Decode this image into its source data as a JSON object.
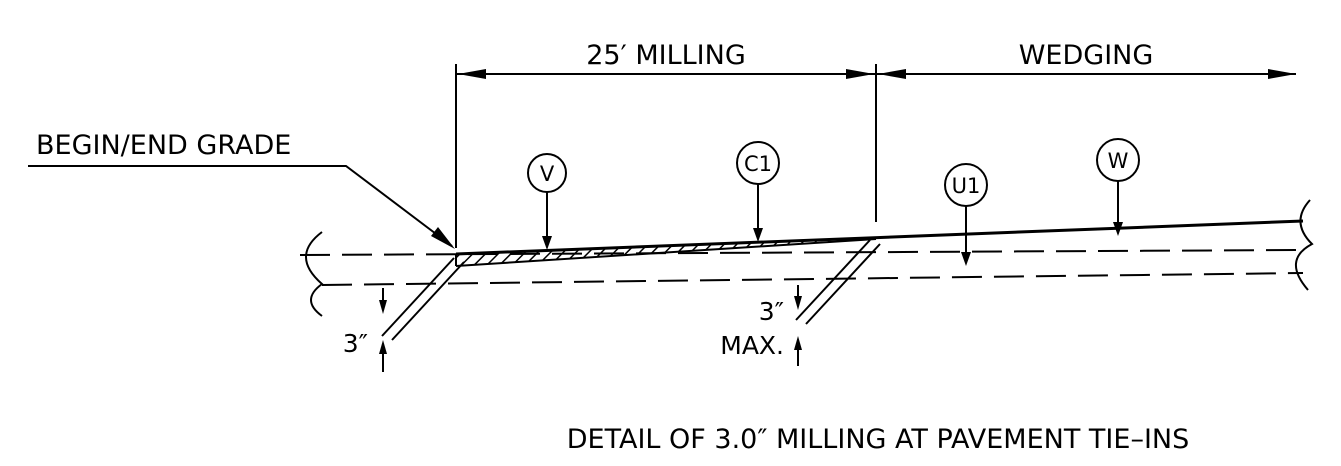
{
  "dimensions": {
    "milling_length": "25′ MILLING",
    "wedging": "WEDGING"
  },
  "leader_label": "BEGIN/END  GRADE",
  "callouts": {
    "v": "V",
    "c1": "C1",
    "u1": "U1",
    "w": "W"
  },
  "depths": {
    "left": "3″",
    "right": "3″",
    "right_max": "MAX."
  },
  "caption": "DETAIL  OF  3.0″  MILLING   AT  PAVEMENT  TIE–INS"
}
